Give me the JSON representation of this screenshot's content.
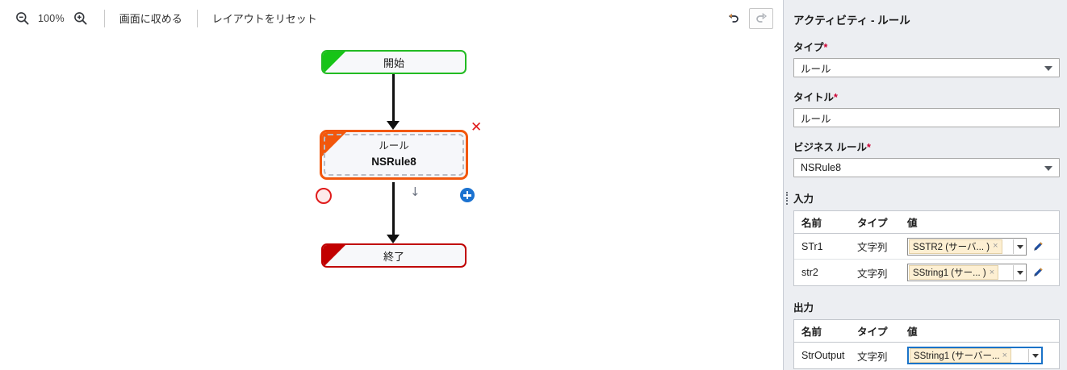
{
  "toolbar": {
    "zoom_out_icon": "zoom-out-icon",
    "zoom_level": "100%",
    "zoom_in_icon": "zoom-in-icon",
    "fit_to_screen_label": "画面に収める",
    "reset_layout_label": "レイアウトをリセット",
    "undo_icon": "undo-icon",
    "redo_icon": "redo-icon"
  },
  "flow": {
    "start_label": "開始",
    "rule_type_label": "ルール",
    "rule_name_label": "NSRule8",
    "end_label": "終了",
    "delete_icon": "close-icon",
    "branch_icon": "arrow-down-icon",
    "add_icon": "plus-icon",
    "colors": {
      "start": "#22bb22",
      "end": "#c00000",
      "selected": "#f2570c",
      "add": "#1b72d0"
    }
  },
  "panel": {
    "title": "アクティビティ - ルール",
    "type": {
      "label": "タイプ",
      "required": "*",
      "value": "ルール"
    },
    "title_field": {
      "label": "タイトル",
      "required": "*",
      "value": "ルール"
    },
    "business_rule": {
      "label": "ビジネス ルール",
      "required": "*",
      "value": "NSRule8"
    },
    "input": {
      "heading": "入力",
      "columns": [
        "名前",
        "タイプ",
        "値"
      ],
      "rows": [
        {
          "name": "STr1",
          "type": "文字列",
          "value": "SSTR2 (サーバ...   )",
          "clear": "×"
        },
        {
          "name": "str2",
          "type": "文字列",
          "value": "SString1 (サー...   )",
          "clear": "×"
        }
      ],
      "edit_icon": "pencil-icon"
    },
    "output": {
      "heading": "出力",
      "columns": [
        "名前",
        "タイプ",
        "値"
      ],
      "rows": [
        {
          "name": "StrOutput",
          "type": "文字列",
          "value": "SString1 (サーバー... )",
          "clear": "×"
        }
      ]
    }
  }
}
